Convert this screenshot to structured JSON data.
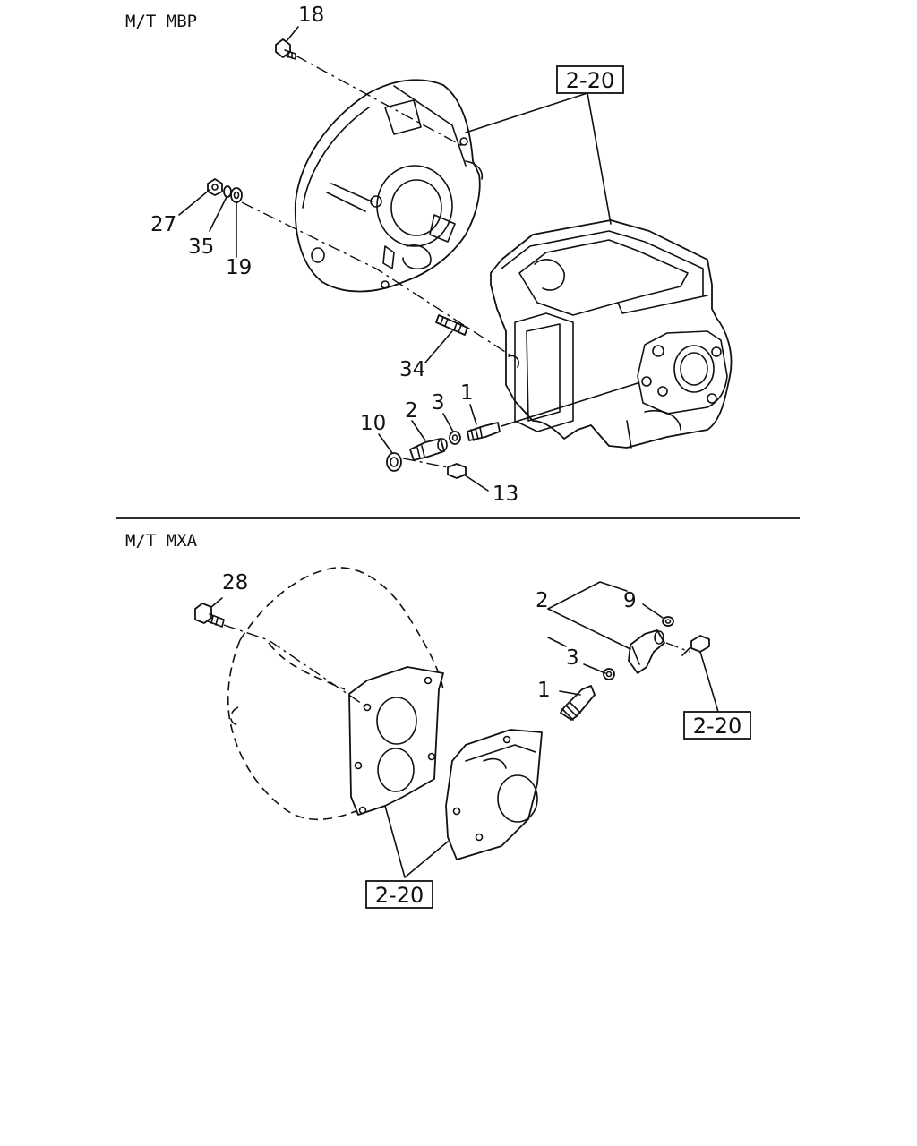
{
  "sections": [
    {
      "title": "M/T MBP",
      "callouts": [
        "18",
        "27",
        "35",
        "19",
        "34",
        "10",
        "2",
        "3",
        "1",
        "13"
      ],
      "references": [
        "2-20"
      ]
    },
    {
      "title": "M/T MXA",
      "callouts": [
        "28",
        "2",
        "9",
        "3",
        "1"
      ],
      "references": [
        "2-20",
        "2-20"
      ]
    }
  ]
}
